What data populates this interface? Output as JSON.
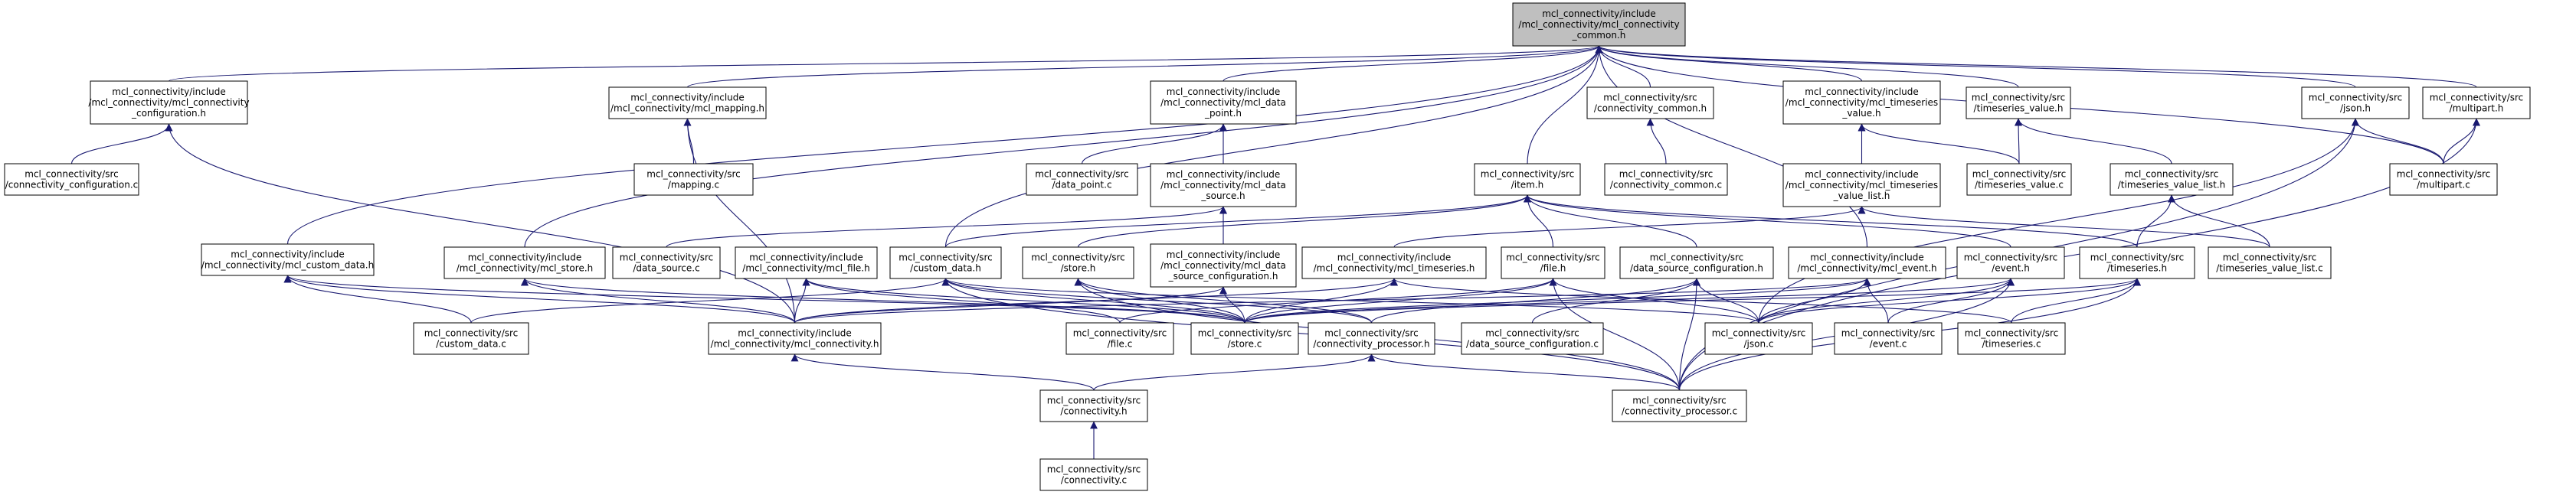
{
  "colors": {
    "edge": "#191970",
    "focus_fill": "#bfbfbf",
    "node_fill": "#ffffff",
    "border": "#000000"
  },
  "nodes": [
    {
      "id": "common",
      "lines": [
        "mcl_connectivity/include",
        "/mcl_connectivity/mcl_connectivity",
        "_common.h"
      ],
      "focus": true
    },
    {
      "id": "conf_h",
      "lines": [
        "mcl_connectivity/include",
        "/mcl_connectivity/mcl_connectivity",
        "_configuration.h"
      ]
    },
    {
      "id": "conf_c",
      "lines": [
        "mcl_connectivity/src",
        "/connectivity_configuration.c"
      ]
    },
    {
      "id": "mapping_h",
      "lines": [
        "mcl_connectivity/include",
        "/mcl_connectivity/mcl_mapping.h"
      ]
    },
    {
      "id": "mapping_c",
      "lines": [
        "mcl_connectivity/src",
        "/mapping.c"
      ]
    },
    {
      "id": "dp_h",
      "lines": [
        "mcl_connectivity/include",
        "/mcl_connectivity/mcl_data",
        "_point.h"
      ]
    },
    {
      "id": "dp_c",
      "lines": [
        "mcl_connectivity/src",
        "/data_point.c"
      ]
    },
    {
      "id": "ds_h",
      "lines": [
        "mcl_connectivity/include",
        "/mcl_connectivity/mcl_data",
        "_source.h"
      ]
    },
    {
      "id": "ds_c",
      "lines": [
        "mcl_connectivity/src",
        "/data_source.c"
      ]
    },
    {
      "id": "dsconf_inc",
      "lines": [
        "mcl_connectivity/include",
        "/mcl_connectivity/mcl_data",
        "_source_configuration.h"
      ]
    },
    {
      "id": "cc_h",
      "lines": [
        "mcl_connectivity/src",
        "/connectivity_common.h"
      ]
    },
    {
      "id": "cc_c",
      "lines": [
        "mcl_connectivity/src",
        "/connectivity_common.c"
      ]
    },
    {
      "id": "tsv_inc",
      "lines": [
        "mcl_connectivity/include",
        "/mcl_connectivity/mcl_timeseries",
        "_value.h"
      ]
    },
    {
      "id": "tsvl_inc",
      "lines": [
        "mcl_connectivity/include",
        "/mcl_connectivity/mcl_timeseries",
        "_value_list.h"
      ]
    },
    {
      "id": "tsv_h",
      "lines": [
        "mcl_connectivity/src",
        "/timeseries_value.h"
      ]
    },
    {
      "id": "tsv_c",
      "lines": [
        "mcl_connectivity/src",
        "/timeseries_value.c"
      ]
    },
    {
      "id": "tsvl_h",
      "lines": [
        "mcl_connectivity/src",
        "/timeseries_value_list.h"
      ]
    },
    {
      "id": "tsvl_c",
      "lines": [
        "mcl_connectivity/src",
        "/timeseries_value_list.c"
      ]
    },
    {
      "id": "json_h",
      "lines": [
        "mcl_connectivity/src",
        "/json.h"
      ]
    },
    {
      "id": "multipart_h",
      "lines": [
        "mcl_connectivity/src",
        "/multipart.h"
      ]
    },
    {
      "id": "multipart_c",
      "lines": [
        "mcl_connectivity/src",
        "/multipart.c"
      ]
    },
    {
      "id": "item_h",
      "lines": [
        "mcl_connectivity/src",
        "/item.h"
      ]
    },
    {
      "id": "cd_inc",
      "lines": [
        "mcl_connectivity/include",
        "/mcl_connectivity/mcl_custom_data.h"
      ]
    },
    {
      "id": "store_inc",
      "lines": [
        "mcl_connectivity/include",
        "/mcl_connectivity/mcl_store.h"
      ]
    },
    {
      "id": "file_inc",
      "lines": [
        "mcl_connectivity/include",
        "/mcl_connectivity/mcl_file.h"
      ]
    },
    {
      "id": "cd_h",
      "lines": [
        "mcl_connectivity/src",
        "/custom_data.h"
      ]
    },
    {
      "id": "store_h",
      "lines": [
        "mcl_connectivity/src",
        "/store.h"
      ]
    },
    {
      "id": "ts_inc",
      "lines": [
        "mcl_connectivity/include",
        "/mcl_connectivity/mcl_timeseries.h"
      ]
    },
    {
      "id": "file_h",
      "lines": [
        "mcl_connectivity/src",
        "/file.h"
      ]
    },
    {
      "id": "dsconf_h",
      "lines": [
        "mcl_connectivity/src",
        "/data_source_configuration.h"
      ]
    },
    {
      "id": "event_inc",
      "lines": [
        "mcl_connectivity/include",
        "/mcl_connectivity/mcl_event.h"
      ]
    },
    {
      "id": "event_h",
      "lines": [
        "mcl_connectivity/src",
        "/event.h"
      ]
    },
    {
      "id": "ts_h",
      "lines": [
        "mcl_connectivity/src",
        "/timeseries.h"
      ]
    },
    {
      "id": "cd_c",
      "lines": [
        "mcl_connectivity/src",
        "/custom_data.c"
      ]
    },
    {
      "id": "mc_inc",
      "lines": [
        "mcl_connectivity/include",
        "/mcl_connectivity/mcl_connectivity.h"
      ]
    },
    {
      "id": "file_c",
      "lines": [
        "mcl_connectivity/src",
        "/file.c"
      ]
    },
    {
      "id": "store_c",
      "lines": [
        "mcl_connectivity/src",
        "/store.c"
      ]
    },
    {
      "id": "cp_h",
      "lines": [
        "mcl_connectivity/src",
        "/connectivity_processor.h"
      ]
    },
    {
      "id": "dsconf_c",
      "lines": [
        "mcl_connectivity/src",
        "/data_source_configuration.c"
      ]
    },
    {
      "id": "json_c",
      "lines": [
        "mcl_connectivity/src",
        "/json.c"
      ]
    },
    {
      "id": "event_c",
      "lines": [
        "mcl_connectivity/src",
        "/event.c"
      ]
    },
    {
      "id": "ts_c",
      "lines": [
        "mcl_connectivity/src",
        "/timeseries.c"
      ]
    },
    {
      "id": "conn_h",
      "lines": [
        "mcl_connectivity/src",
        "/connectivity.h"
      ]
    },
    {
      "id": "cp_c",
      "lines": [
        "mcl_connectivity/src",
        "/connectivity_processor.c"
      ]
    },
    {
      "id": "conn_c",
      "lines": [
        "mcl_connectivity/src",
        "/connectivity.c"
      ]
    }
  ],
  "edges": [
    [
      "conf_h",
      "common"
    ],
    [
      "mapping_h",
      "common"
    ],
    [
      "dp_h",
      "common"
    ],
    [
      "cc_h",
      "common"
    ],
    [
      "tsv_inc",
      "common"
    ],
    [
      "tsv_h",
      "common"
    ],
    [
      "json_h",
      "common"
    ],
    [
      "multipart_h",
      "common"
    ],
    [
      "item_h",
      "common"
    ],
    [
      "cd_inc",
      "common"
    ],
    [
      "store_inc",
      "common"
    ],
    [
      "cd_h",
      "common"
    ],
    [
      "event_inc",
      "common"
    ],
    [
      "multipart_c",
      "common"
    ],
    [
      "conf_c",
      "conf_h"
    ],
    [
      "mc_inc",
      "conf_h"
    ],
    [
      "mapping_c",
      "mapping_h"
    ],
    [
      "mc_inc",
      "mapping_h"
    ],
    [
      "dp_c",
      "dp_h"
    ],
    [
      "ds_h",
      "dp_h"
    ],
    [
      "ds_c",
      "ds_h"
    ],
    [
      "dsconf_inc",
      "ds_h"
    ],
    [
      "mc_inc",
      "dsconf_inc"
    ],
    [
      "store_c",
      "dsconf_inc"
    ],
    [
      "cc_c",
      "cc_h"
    ],
    [
      "tsvl_inc",
      "tsv_inc"
    ],
    [
      "tsv_c",
      "tsv_inc"
    ],
    [
      "ts_inc",
      "tsvl_inc"
    ],
    [
      "tsvl_c",
      "tsvl_inc"
    ],
    [
      "tsv_c",
      "tsv_h"
    ],
    [
      "tsvl_h",
      "tsv_h"
    ],
    [
      "tsvl_c",
      "tsvl_h"
    ],
    [
      "ts_h",
      "tsvl_h"
    ],
    [
      "json_c",
      "json_h"
    ],
    [
      "multipart_c",
      "json_h"
    ],
    [
      "cp_c",
      "json_h"
    ],
    [
      "multipart_c",
      "multipart_h"
    ],
    [
      "cp_c",
      "multipart_h"
    ],
    [
      "store_h",
      "item_h"
    ],
    [
      "file_h",
      "item_h"
    ],
    [
      "dsconf_h",
      "item_h"
    ],
    [
      "event_h",
      "item_h"
    ],
    [
      "ts_h",
      "item_h"
    ],
    [
      "cd_h",
      "item_h"
    ],
    [
      "cd_c",
      "cd_inc"
    ],
    [
      "mc_inc",
      "cd_inc"
    ],
    [
      "store_c",
      "cd_inc"
    ],
    [
      "mc_inc",
      "store_inc"
    ],
    [
      "store_c",
      "store_inc"
    ],
    [
      "mc_inc",
      "file_inc"
    ],
    [
      "file_c",
      "file_inc"
    ],
    [
      "store_c",
      "file_inc"
    ],
    [
      "cd_c",
      "cd_h"
    ],
    [
      "store_c",
      "cd_h"
    ],
    [
      "cp_h",
      "cd_h"
    ],
    [
      "cp_c",
      "cd_h"
    ],
    [
      "json_c",
      "cd_h"
    ],
    [
      "store_c",
      "store_h"
    ],
    [
      "cp_h",
      "store_h"
    ],
    [
      "cp_c",
      "store_h"
    ],
    [
      "mc_inc",
      "ts_inc"
    ],
    [
      "store_c",
      "ts_inc"
    ],
    [
      "ts_c",
      "ts_inc"
    ],
    [
      "file_c",
      "file_h"
    ],
    [
      "store_c",
      "file_h"
    ],
    [
      "cp_c",
      "file_h"
    ],
    [
      "json_c",
      "file_h"
    ],
    [
      "dsconf_c",
      "dsconf_h"
    ],
    [
      "cp_h",
      "dsconf_h"
    ],
    [
      "json_c",
      "dsconf_h"
    ],
    [
      "cp_c",
      "dsconf_h"
    ],
    [
      "mc_inc",
      "event_inc"
    ],
    [
      "store_c",
      "event_inc"
    ],
    [
      "event_c",
      "event_inc"
    ],
    [
      "json_c",
      "event_inc"
    ],
    [
      "event_c",
      "event_h"
    ],
    [
      "store_c",
      "event_h"
    ],
    [
      "cp_c",
      "event_h"
    ],
    [
      "json_c",
      "event_h"
    ],
    [
      "ts_c",
      "ts_h"
    ],
    [
      "store_c",
      "ts_h"
    ],
    [
      "cp_c",
      "ts_h"
    ],
    [
      "json_c",
      "ts_h"
    ],
    [
      "conn_h",
      "mc_inc"
    ],
    [
      "conn_h",
      "cp_h"
    ],
    [
      "cp_c",
      "cp_h"
    ],
    [
      "conn_c",
      "conn_h"
    ]
  ]
}
